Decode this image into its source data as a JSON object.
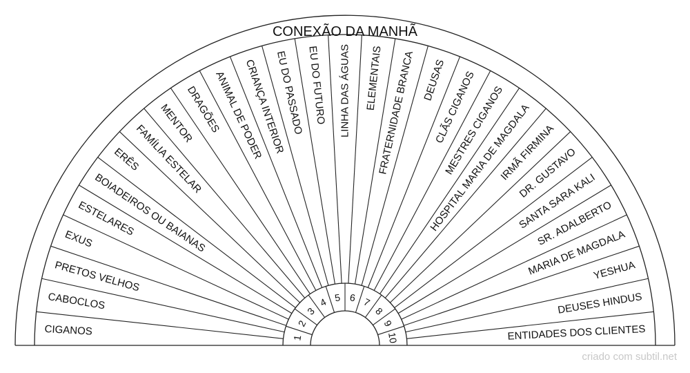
{
  "chart": {
    "title": "CONEXÃO DA MANHÃ",
    "sectors": [
      "CIGANOS",
      "CABOCLOS",
      "PRETOS VELHOS",
      "EXUS",
      "ESTELARES",
      "BOIADEIROS OU BAIANAS",
      "ERÊS",
      "FAMÍLIA ESTELAR",
      "MENTOR",
      "DRAGÕES",
      "ANIMAL DE PODER",
      "CRIANÇA INTERIOR",
      "EU DO PASSADO",
      "EU DO FUTURO",
      "LINHA DAS ÁGUAS",
      "ELEMENTAIS",
      "FRATERNIDADE BRANCA",
      "DEUSAS",
      "CLÃS CIGANOS",
      "MESTRES CIGANOS",
      "HOSPITAL MARIA DE MAGDALA",
      "IRMÃ FIRMINA",
      "DR. GUSTAVO",
      "SANTA SARA KALI",
      "SR. ADALBERTO",
      "MARIA DE MAGDALA",
      "YESHUA",
      "DEUSES HINDUS",
      "ENTIDADES DOS CLIENTES"
    ],
    "numbers": [
      "1",
      "2",
      "3",
      "4",
      "5",
      "6",
      "7",
      "8",
      "9",
      "10"
    ]
  },
  "footer": {
    "credit": "criado com subtil.net"
  }
}
